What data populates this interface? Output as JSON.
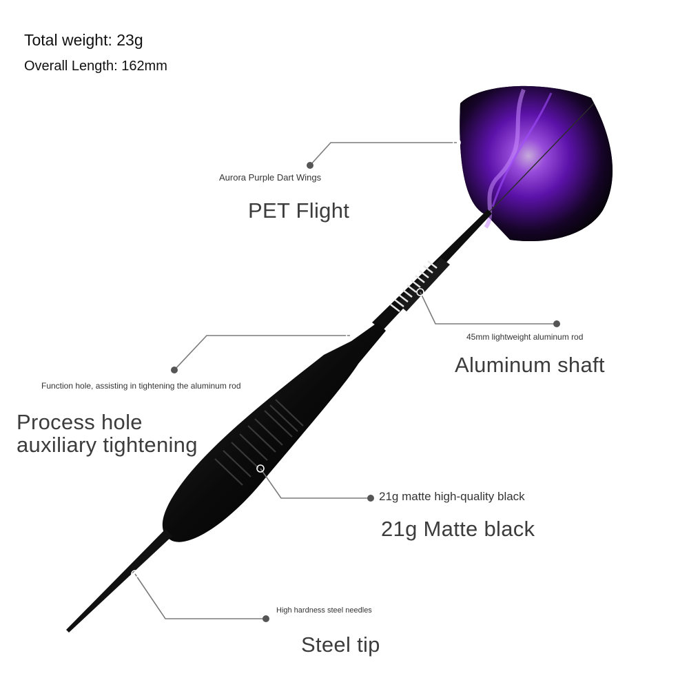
{
  "specs": {
    "total_weight": "Total weight: 23g",
    "overall_length": "Overall Length: 162mm"
  },
  "callouts": {
    "flight": {
      "detail": "Aurora Purple Dart Wings",
      "title": "PET Flight"
    },
    "shaft": {
      "detail": "45mm lightweight aluminum rod",
      "title": "Aluminum shaft"
    },
    "process_hole": {
      "detail": "Function hole, assisting in tightening the aluminum rod",
      "title_line1": "Process hole",
      "title_line2": "auxiliary tightening"
    },
    "barrel": {
      "detail": "21g matte high-quality black",
      "title": "21g Matte black"
    },
    "tip": {
      "detail": "High hardness steel needles",
      "title": "Steel tip"
    }
  },
  "colors": {
    "leader_line": "#7a7a7a",
    "dart_body": "#0b0b0b",
    "flight_accent": "#9b3cff",
    "flight_base": "#050307"
  }
}
